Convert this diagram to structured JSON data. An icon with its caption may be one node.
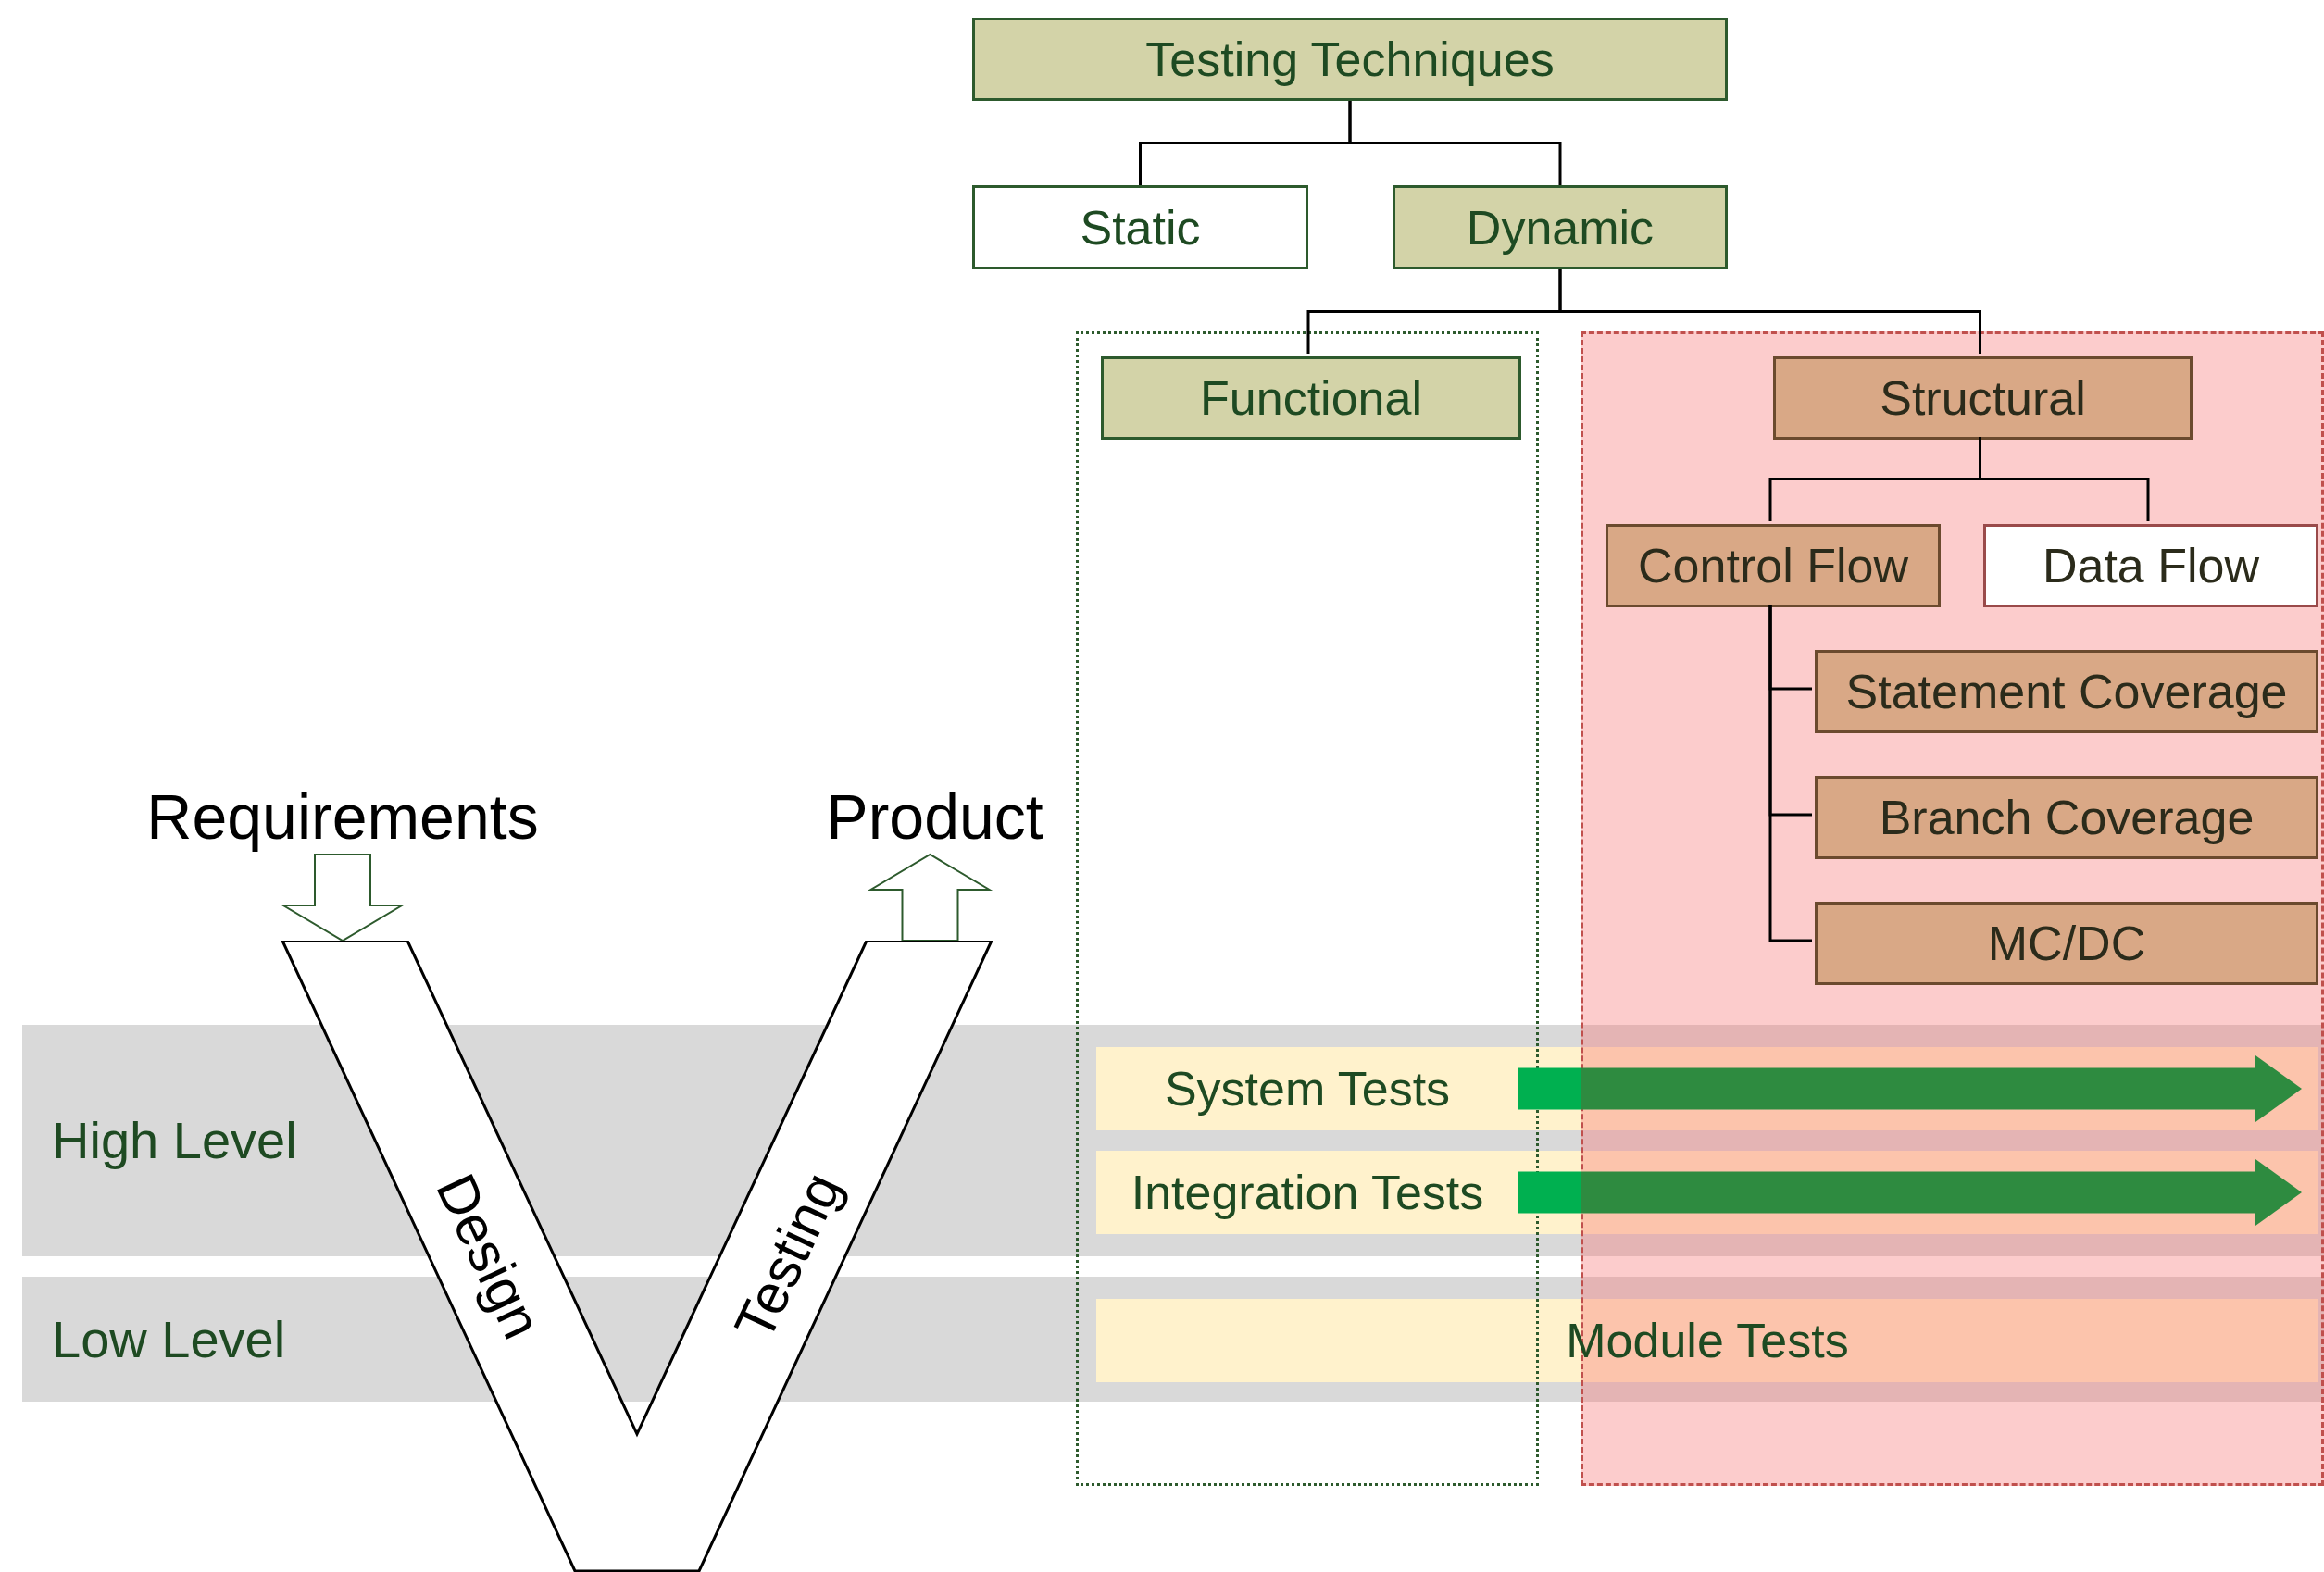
{
  "diagram": {
    "nodes": [
      {
        "text": [
          "Testing Techniques"
        ]
      },
      {
        "text": [
          "Static"
        ]
      },
      {
        "text": [
          "Dynamic"
        ]
      },
      {
        "text": [],
        "shape": "box"
      },
      {
        "text": [
          "Functional"
        ],
        "in": 3
      },
      {
        "text": [],
        "shape": "box"
      },
      {
        "text": [
          "Structural"
        ],
        "in": 5
      },
      {
        "text": [
          "Control Flow"
        ],
        "in": 5
      },
      {
        "text": [
          "Data Flow"
        ],
        "in": 5
      },
      {
        "text": [
          "Statement Coverage"
        ],
        "in": 5
      },
      {
        "text": [
          "Branch Coverage"
        ],
        "in": 5
      },
      {
        "text": [
          "MC/DC"
        ],
        "in": 5
      },
      {
        "text": [
          "Requirements"
        ]
      },
      {
        "text": [
          "Product"
        ]
      },
      {
        "text": [
          "Design",
          "Testing"
        ]
      },
      {
        "text": [
          "High Level"
        ]
      },
      {
        "text": [
          "System Tests"
        ]
      },
      {
        "text": [
          "Integration Tests"
        ]
      },
      {
        "text": [
          "Low Level"
        ]
      },
      {
        "text": [
          "Module Tests"
        ],
        "in": 18
      }
    ],
    "edges": [
      {
        "from": 0,
        "to": 1,
        "arrow": "none"
      },
      {
        "from": 0,
        "to": 2,
        "arrow": "none"
      },
      {
        "from": 2,
        "to": 4,
        "arrow": "none"
      },
      {
        "from": 2,
        "to": 6,
        "arrow": "none"
      },
      {
        "from": 6,
        "to": 7,
        "arrow": "none"
      },
      {
        "from": 6,
        "to": 8,
        "arrow": "none"
      },
      {
        "from": 7,
        "to": 9,
        "arrow": "none"
      },
      {
        "from": 7,
        "to": 10,
        "arrow": "none"
      },
      {
        "from": 7,
        "to": 11,
        "arrow": "none"
      },
      {
        "from": 12,
        "to": 14,
        "arrow": "to"
      },
      {
        "from": 14,
        "to": 13,
        "arrow": "to"
      }
    ]
  }
}
